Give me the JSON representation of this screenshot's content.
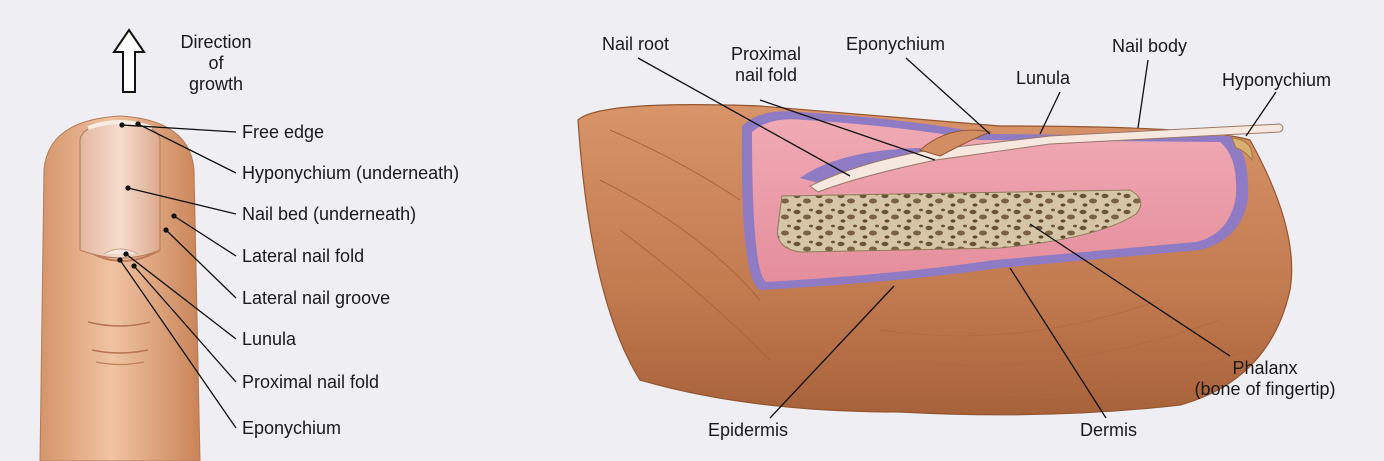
{
  "left_panel": {
    "growth": {
      "line1": "Direction",
      "line2": "of",
      "line3": "growth"
    },
    "labels": {
      "free_edge": "Free edge",
      "hyponychium": "Hyponychium (underneath)",
      "nail_bed": "Nail bed (underneath)",
      "lateral_fold": "Lateral nail fold",
      "lateral_groove": "Lateral nail groove",
      "lunula": "Lunula",
      "proximal_fold": "Proximal nail fold",
      "eponychium": "Eponychium"
    }
  },
  "right_panel": {
    "labels": {
      "nail_root": "Nail root",
      "proximal_fold_1": "Proximal",
      "proximal_fold_2": "nail fold",
      "eponychium": "Eponychium",
      "lunula": "Lunula",
      "nail_body": "Nail body",
      "hyponychium": "Hyponychium",
      "phalanx_1": "Phalanx",
      "phalanx_2": "(bone of fingertip)",
      "epidermis": "Epidermis",
      "dermis": "Dermis"
    }
  },
  "colors": {
    "background": "#eeeef3",
    "skin": "#c9855a",
    "skin_dark": "#a9603a",
    "skin_light": "#e8b08a",
    "dermis_pink": "#e89aa6",
    "epidermis_purple": "#8f7ac4",
    "bone": "#c9b89b",
    "bone_dark": "#6e5a3e",
    "nail": "#e9c6b4",
    "leader": "#111111"
  }
}
